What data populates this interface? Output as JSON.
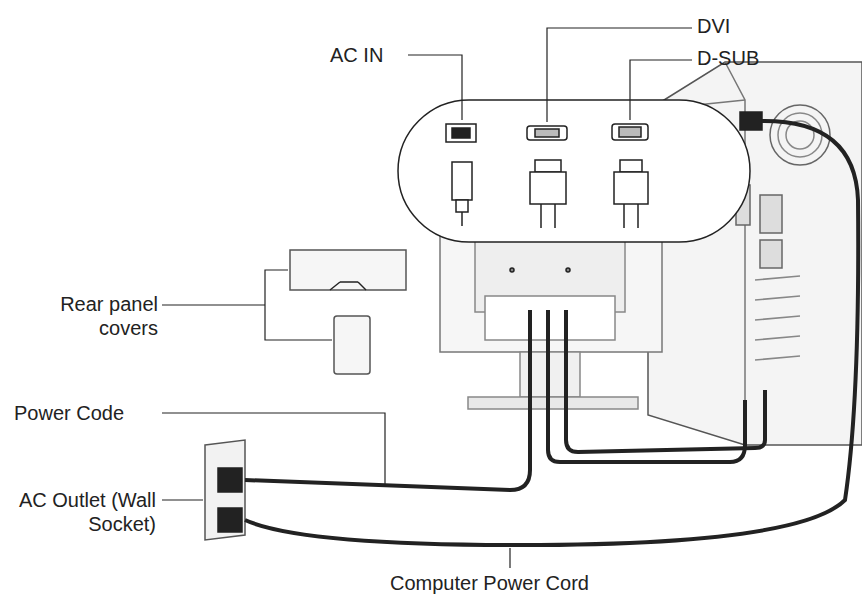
{
  "diagram": {
    "labels": [
      "AC IN",
      "DVI",
      "D-SUB",
      "Rear panel covers",
      "Power Code",
      "AC Outlet (Wall Socket)",
      "Computer Power Cord"
    ]
  }
}
